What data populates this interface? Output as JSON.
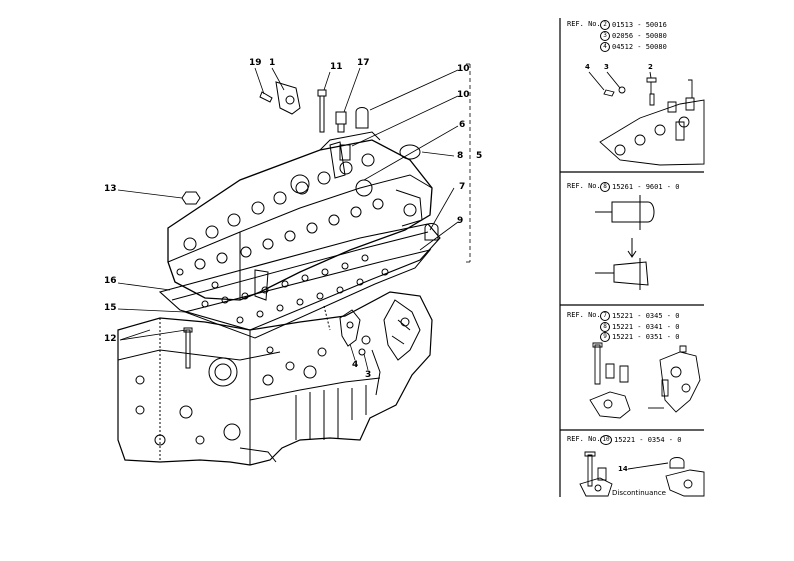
{
  "main_callouts": [
    {
      "id": "c19",
      "label": "19"
    },
    {
      "id": "c1",
      "label": "1"
    },
    {
      "id": "c11",
      "label": "11"
    },
    {
      "id": "c17",
      "label": "17"
    },
    {
      "id": "c10a",
      "label": "10"
    },
    {
      "id": "c10b",
      "label": "10"
    },
    {
      "id": "c6",
      "label": "6"
    },
    {
      "id": "c8",
      "label": "8"
    },
    {
      "id": "c5",
      "label": "5"
    },
    {
      "id": "c7",
      "label": "7"
    },
    {
      "id": "c9",
      "label": "9"
    },
    {
      "id": "c13",
      "label": "13"
    },
    {
      "id": "c16",
      "label": "16"
    },
    {
      "id": "c15",
      "label": "15"
    },
    {
      "id": "c12",
      "label": "12"
    },
    {
      "id": "c4",
      "label": "4"
    },
    {
      "id": "c3",
      "label": "3"
    }
  ],
  "panel1": {
    "ref_prefix": "REF. No.",
    "rows": [
      {
        "circle": "2",
        "part": "01513 - 50016"
      },
      {
        "circle": "3",
        "part": "02056 - 50080"
      },
      {
        "circle": "4",
        "part": "04512 - 50080"
      }
    ],
    "callouts": [
      "4",
      "3",
      "2"
    ]
  },
  "panel2": {
    "ref_prefix": "REF. No.",
    "rows": [
      {
        "circle": "8",
        "part": "15261 - 9601 - 0"
      }
    ]
  },
  "panel3": {
    "ref_prefix": "REF. No.",
    "rows": [
      {
        "circle": "7",
        "part": "15221 - 0345 - 0"
      },
      {
        "circle": "8",
        "part": "15221 - 0341 - 0"
      },
      {
        "circle": "9",
        "part": "15221 - 0351 - 0"
      }
    ]
  },
  "panel4": {
    "ref_prefix": "REF. No.",
    "rows": [
      {
        "circle": "10",
        "part": "15221 - 0354 - 0"
      }
    ],
    "callout": "14",
    "note": "Discontinuance"
  }
}
